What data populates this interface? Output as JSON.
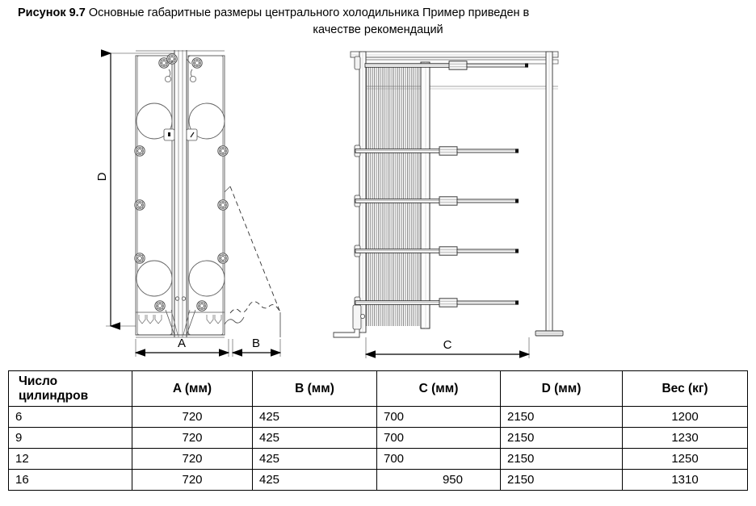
{
  "caption": {
    "figure_label": "Рисунок 9.7",
    "text_line1": "Основные габаритные размеры центрального холодильника Пример приведен в",
    "text_line2": "качестве рекомендаций"
  },
  "drawing": {
    "front_view": {
      "dimension_vertical_label": "D",
      "dimension_width_label": "A",
      "dimension_overhang_label": "B"
    },
    "side_view": {
      "dimension_length_label": "C"
    }
  },
  "table": {
    "headers": [
      "Число цилиндров",
      "A (мм)",
      "B (мм)",
      "C (мм)",
      "D (мм)",
      "Вес (кг)"
    ],
    "header_first_line1": "Число",
    "header_first_line2": "цилиндров",
    "rows": [
      {
        "cylinders": "6",
        "a": "720",
        "b": "425",
        "c": "700",
        "d": "2150",
        "weight": "1200"
      },
      {
        "cylinders": "9",
        "a": "720",
        "b": "425",
        "c": "700",
        "d": "2150",
        "weight": "1230"
      },
      {
        "cylinders": "12",
        "a": "720",
        "b": "425",
        "c": "700",
        "d": "2150",
        "weight": "1250"
      },
      {
        "cylinders": "16",
        "a": "720",
        "b": "425",
        "c": "950",
        "d": "2150",
        "weight": "1310"
      }
    ]
  }
}
